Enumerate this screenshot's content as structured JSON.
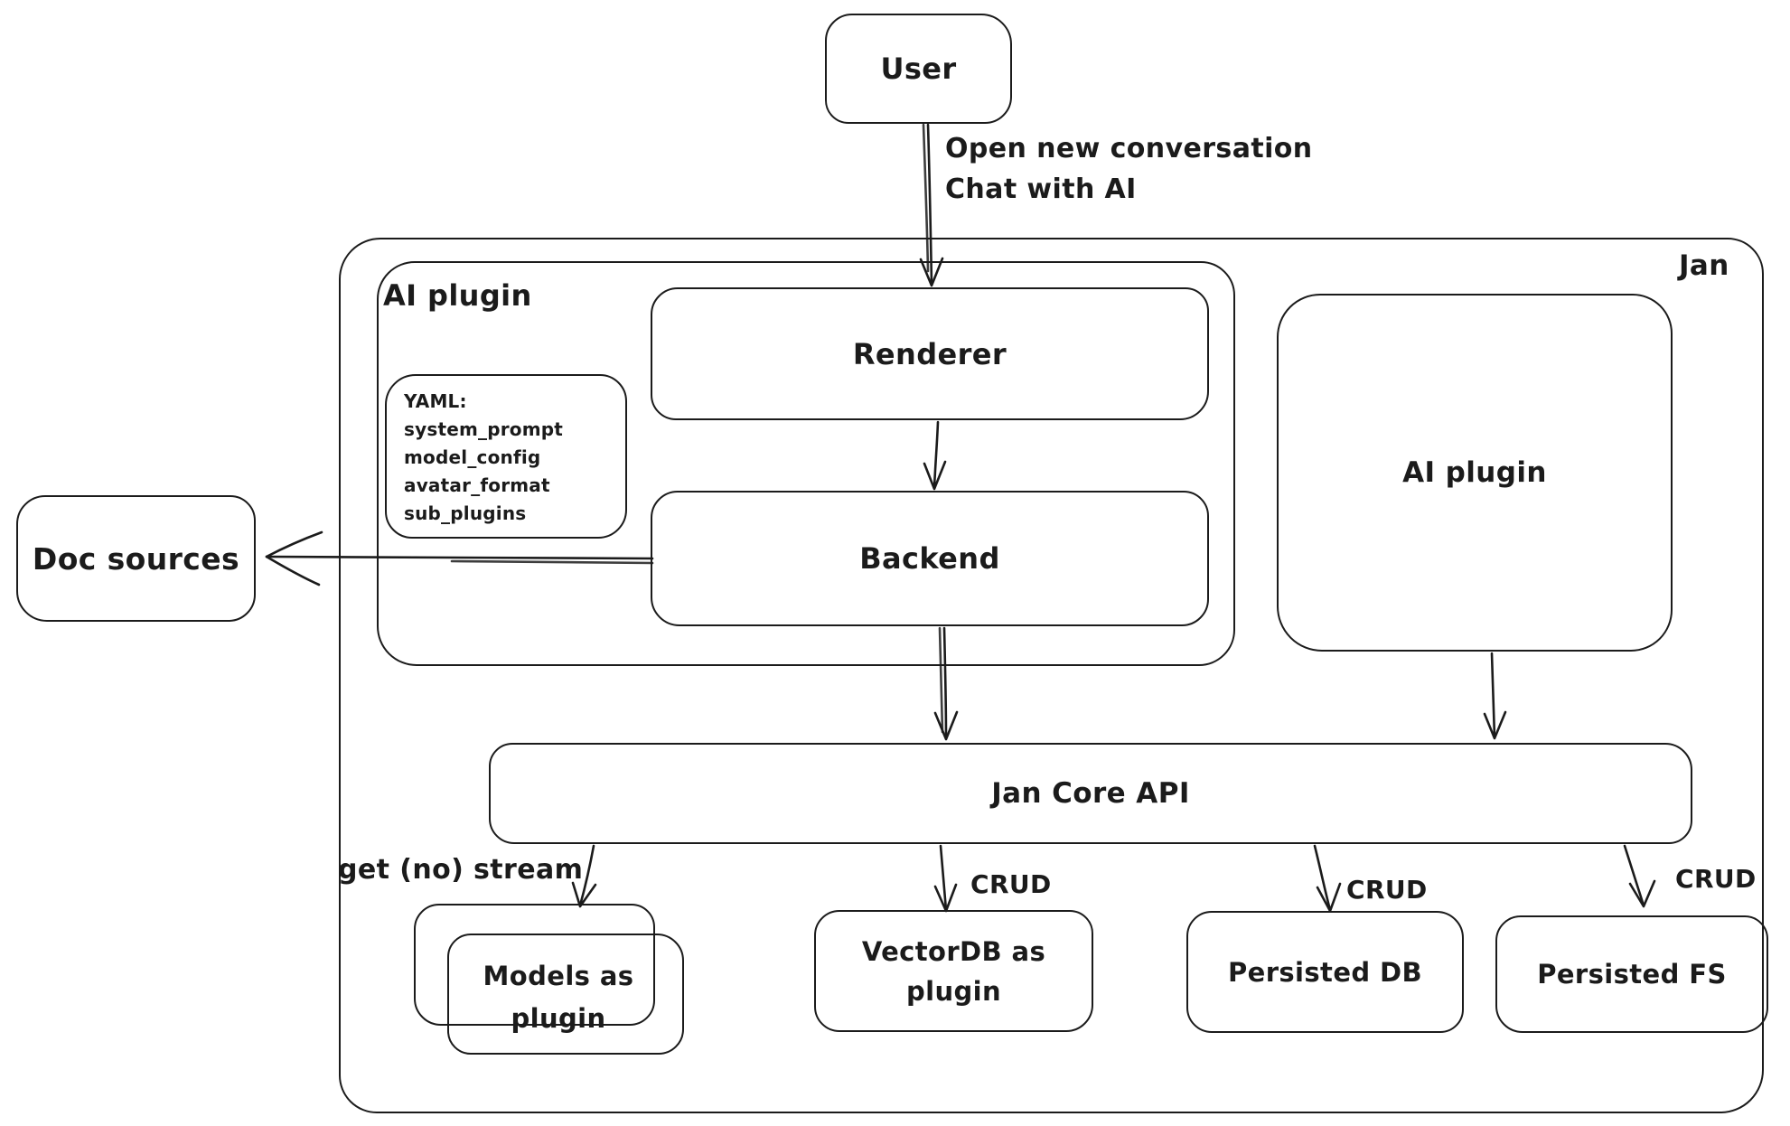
{
  "colors": {
    "stroke": "#1b1b1b",
    "background": "#ffffff"
  },
  "nodes": {
    "user": {
      "label": "User"
    },
    "jan_container": {
      "label": "Jan"
    },
    "ai_plugin_group": {
      "label": "AI plugin"
    },
    "renderer": {
      "label": "Renderer"
    },
    "yaml_note": {
      "lines": [
        "YAML:",
        "system_prompt",
        "model_config",
        "avatar_format",
        "sub_plugins"
      ]
    },
    "backend": {
      "label": "Backend"
    },
    "ai_plugin_right": {
      "label": "AI plugin"
    },
    "doc_sources": {
      "label": "Doc sources"
    },
    "jan_core_api": {
      "label": "Jan Core API"
    },
    "models_as_plugin": {
      "label": "Models as plugin"
    },
    "vectordb_plugin": {
      "label": "VectorDB as plugin"
    },
    "persisted_db": {
      "label": "Persisted DB"
    },
    "persisted_fs": {
      "label": "Persisted FS"
    }
  },
  "edges": {
    "user_to_renderer": {
      "labels": [
        "Open new conversation",
        "Chat with AI"
      ]
    },
    "core_to_models": {
      "label": "get (no) stream"
    },
    "core_to_vectordb": {
      "label": "CRUD"
    },
    "core_to_persisted_db": {
      "label": "CRUD"
    },
    "core_to_persisted_fs": {
      "label": "CRUD"
    }
  }
}
